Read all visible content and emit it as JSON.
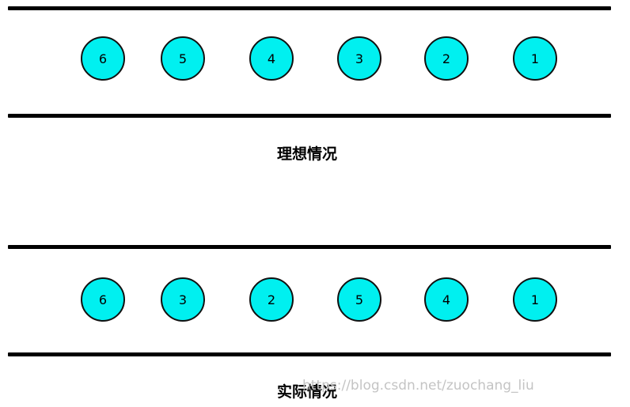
{
  "colors": {
    "ball_fill": "#00f0f0",
    "ball_stroke": "#111111",
    "line": "#000000",
    "watermark": "#c4c4c4"
  },
  "ideal": {
    "caption": "理想情况",
    "balls": [
      "6",
      "5",
      "4",
      "3",
      "2",
      "1"
    ]
  },
  "actual": {
    "caption": "实际情况",
    "balls": [
      "6",
      "3",
      "2",
      "5",
      "4",
      "1"
    ]
  },
  "watermark": "https://blog.csdn.net/zuochang_liu"
}
